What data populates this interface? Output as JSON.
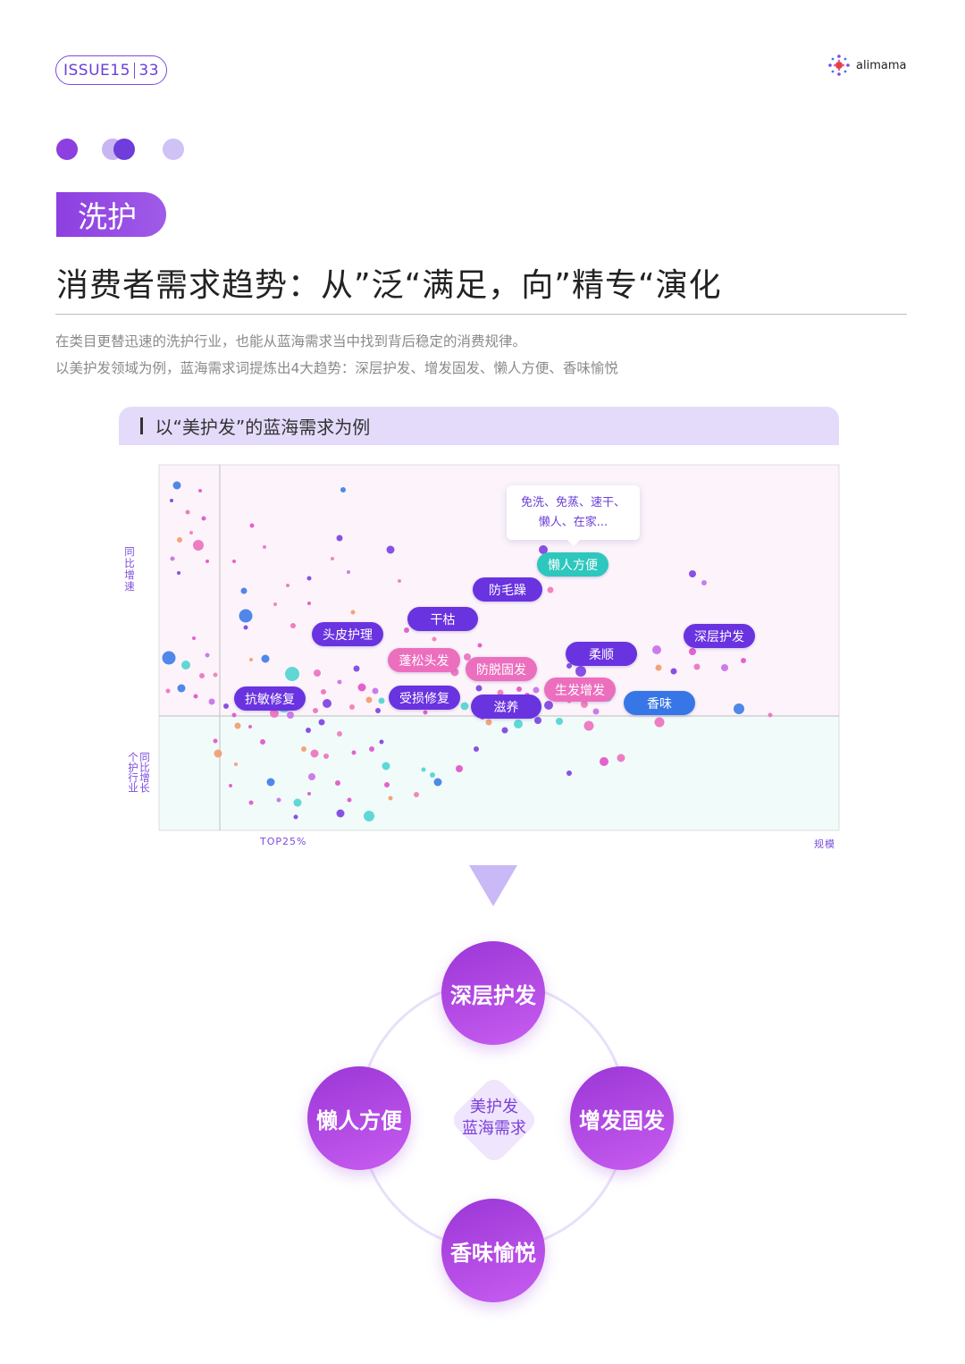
{
  "header": {
    "issue": "ISSUE15",
    "page": "33",
    "brand": "alimama"
  },
  "colors": {
    "purple": "#7b4be0",
    "magenta": "#e052c8",
    "pink_label": "#ec6fbe",
    "teal_label": "#2ec7bd",
    "blue_label": "#3776e6"
  },
  "section": {
    "tag": "洗护",
    "title": "消费者需求趋势：从”泛“满足，向”精专“演化",
    "desc_lines": [
      "在类目更替迅速的洗护行业，也能从蓝海需求当中找到背后稳定的消费规律。",
      "以美护发领域为例，蓝海需求词提炼出4大趋势：深层护发、增发固发、懒人方便、香味愉悦"
    ]
  },
  "chart_panel": {
    "heading": "以“美护发”的蓝海需求为例",
    "callout_lines": [
      "免洗、免蒸、速干、",
      "懒人、在家..."
    ]
  },
  "chart_data": {
    "type": "scatter",
    "ylabel_top": "同比增速",
    "ylabel_bottom": "同比增长个护行业",
    "xlabel_left": "TOP25%",
    "xlabel_right": "规模",
    "quadrants": [
      "upper: above industry growth",
      "lower: below industry growth"
    ],
    "labels": [
      {
        "text": "懒人方便",
        "style": "teal"
      },
      {
        "text": "防毛躁",
        "style": "purple"
      },
      {
        "text": "干枯",
        "style": "purple"
      },
      {
        "text": "头皮护理",
        "style": "purple"
      },
      {
        "text": "蓬松头发",
        "style": "pink"
      },
      {
        "text": "防脱固发",
        "style": "pink"
      },
      {
        "text": "柔顺",
        "style": "purple"
      },
      {
        "text": "深层护发",
        "style": "purple"
      },
      {
        "text": "生发增发",
        "style": "pink"
      },
      {
        "text": "抗敏修复",
        "style": "purple"
      },
      {
        "text": "受损修复",
        "style": "purple"
      },
      {
        "text": "滋养",
        "style": "purple"
      },
      {
        "text": "香味",
        "style": "blue"
      }
    ]
  },
  "trends": {
    "center": [
      "美护发",
      "蓝海需求"
    ],
    "top": "深层护发",
    "left": "懒人方便",
    "right": "增发固发",
    "bottom": "香味愉悦"
  }
}
